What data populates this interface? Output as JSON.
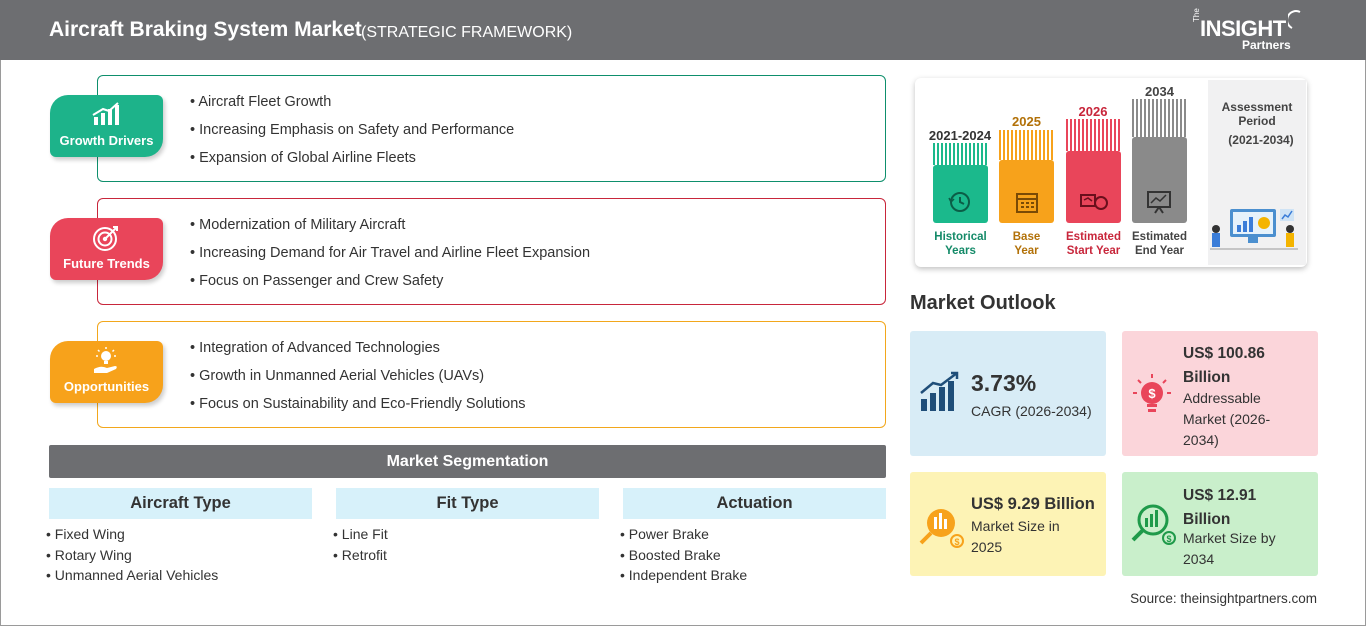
{
  "header": {
    "title": "Aircraft Braking System Market",
    "subtitle": "(STRATEGIC FRAMEWORK)",
    "logo": {
      "the": "The",
      "insight": "INSIGHT",
      "partners": "Partners"
    }
  },
  "drivers": [
    {
      "label": "Growth Drivers",
      "color": "#1db38a",
      "border": "#0e8f6c",
      "icon": "growth-chart-icon",
      "items": [
        "Aircraft Fleet Growth",
        "Increasing Emphasis on Safety and Performance",
        "Expansion of Global Airline Fleets"
      ]
    },
    {
      "label": "Future Trends",
      "color": "#e9455a",
      "border": "#c8263b",
      "icon": "target-icon",
      "items": [
        "Modernization of Military Aircraft",
        "Increasing Demand for Air Travel and Airline Fleet Expansion",
        "Focus on Passenger and Crew Safety"
      ]
    },
    {
      "label": "Opportunities",
      "color": "#f7a21b",
      "border": "#f2a71c",
      "icon": "idea-hand-icon",
      "items": [
        "Integration of Advanced Technologies",
        "Growth in Unmanned Aerial Vehicles (UAVs)",
        "Focus on Sustainability and Eco-Friendly Solutions"
      ]
    }
  ],
  "segmentation": {
    "title": "Market Segmentation",
    "groups": [
      {
        "title": "Aircraft Type",
        "items": [
          "Fixed Wing",
          "Rotary Wing",
          "Unmanned Aerial Vehicles"
        ]
      },
      {
        "title": "Fit Type",
        "items": [
          "Line Fit",
          "Retrofit"
        ]
      },
      {
        "title": "Actuation",
        "items": [
          "Power Brake",
          "Boosted Brake",
          "Independent Brake"
        ]
      }
    ]
  },
  "timeline": {
    "columns": [
      {
        "year": "2021-2024",
        "label_line1": "Historical",
        "label_line2": "Years",
        "color": "#1bb98c",
        "text_color": "#148a68",
        "icon": "history-icon"
      },
      {
        "year": "2025",
        "label_line1": "Base",
        "label_line2": "Year",
        "color": "#f7a21b",
        "text_color": "#b27108",
        "icon": "calendar-icon"
      },
      {
        "year": "2026",
        "label_line1": "Estimated",
        "label_line2": "Start Year",
        "color": "#e9455a",
        "text_color": "#c8263b",
        "icon": "forecast-icon"
      },
      {
        "year": "2034",
        "label_line1": "Estimated",
        "label_line2": "End Year",
        "color": "#8a8a8a",
        "text_color": "#444444",
        "icon": "presentation-icon"
      }
    ],
    "assessment_title": "Assessment Period",
    "assessment_range": "(2021-2034)"
  },
  "outlook": {
    "title": "Market Outlook",
    "cards": [
      {
        "value": "3.73%",
        "desc": "CAGR (2026-2034)",
        "bg": "#d8ecf6",
        "icon": "bar-chart-icon"
      },
      {
        "value": "US$ 100.86 Billion",
        "desc": "Addressable Market (2026-2034)",
        "bg": "#fbd5da",
        "icon": "dollar-bulb-icon"
      },
      {
        "value": "US$ 9.29 Billion",
        "desc": "Market Size in 2025",
        "bg": "#fdf3b5",
        "icon": "coin-magnifier-icon"
      },
      {
        "value": "US$ 12.91 Billion",
        "desc": "Market Size by 2034",
        "bg": "#c9efcb",
        "icon": "growth-magnifier-icon"
      }
    ]
  },
  "source": "Source: theinsightpartners.com"
}
